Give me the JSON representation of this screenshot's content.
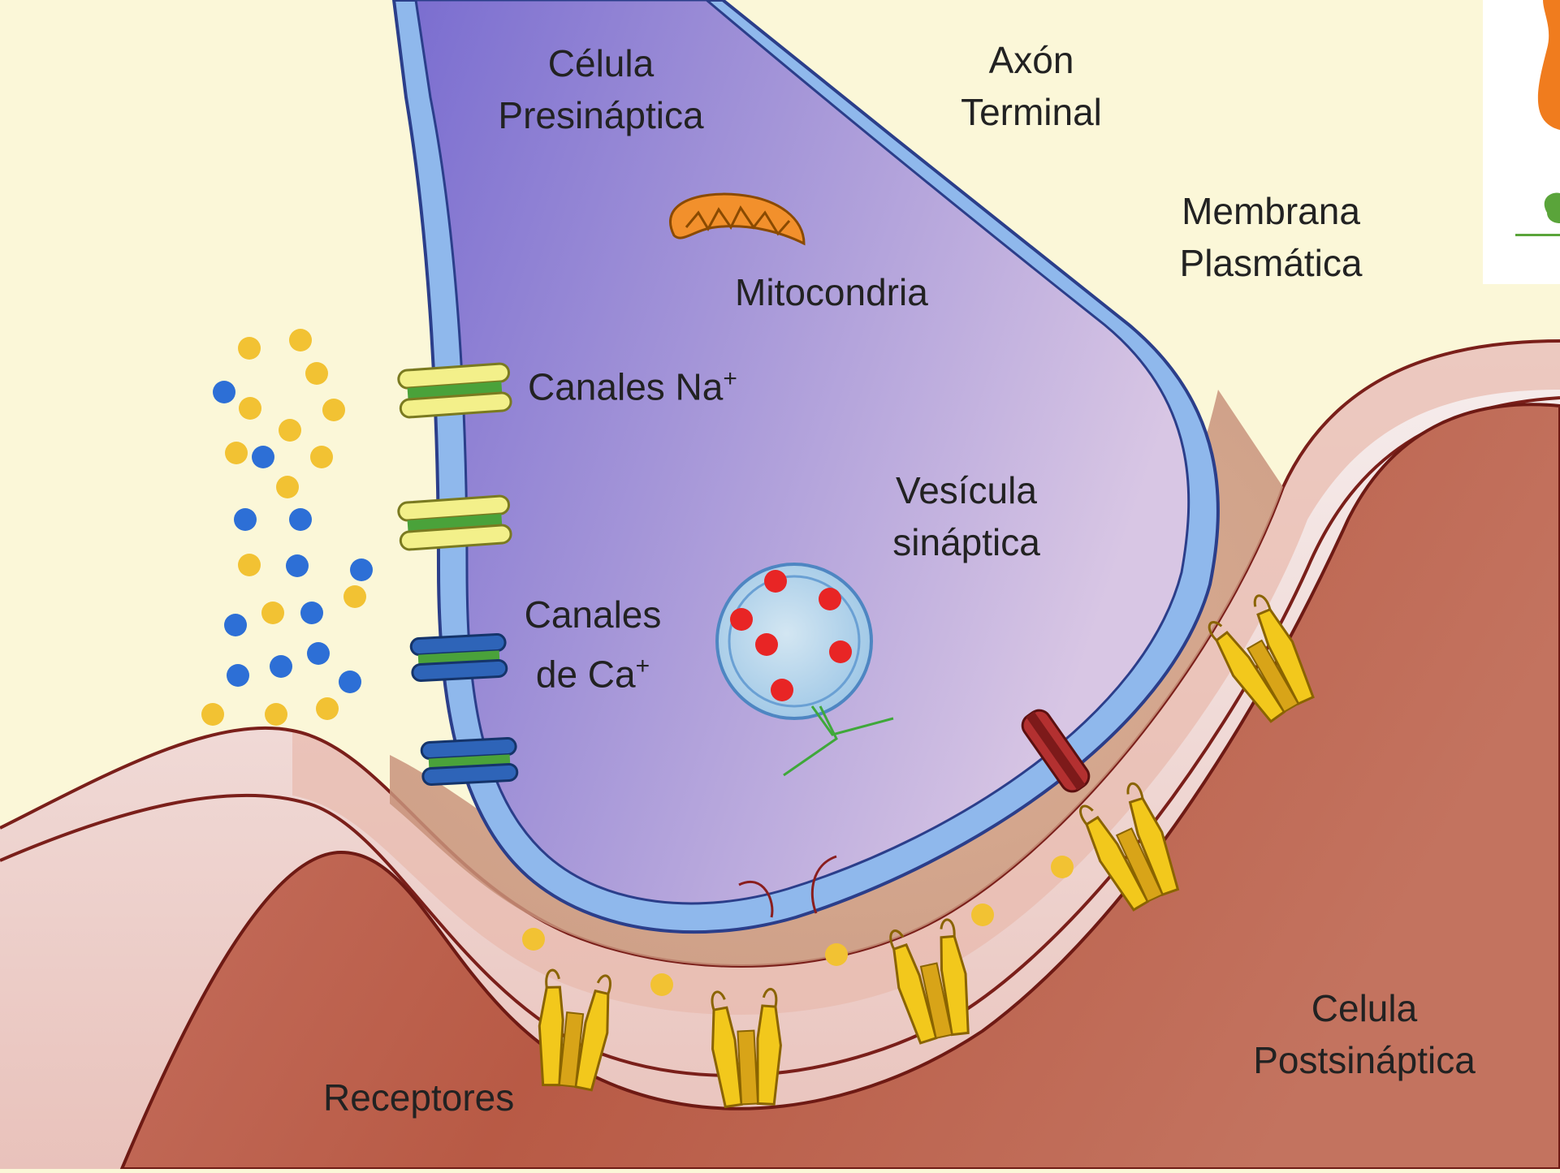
{
  "labels": {
    "presynaptic_line1": "Célula",
    "presynaptic_line2": "Presináptica",
    "axon_line1": "Axón",
    "axon_line2": "Terminal",
    "membrane_line1": "Membrana",
    "membrane_line2": "Plasmática",
    "mitochondria": "Mitocondria",
    "na_channels": "Canales Na",
    "na_sup": "+",
    "ca_channels_line1": "Canales",
    "ca_channels_line2": "de Ca",
    "ca_sup": "+",
    "vesicle_line1": "Vesícula",
    "vesicle_line2": "sináptica",
    "postsynaptic_line1": "Celula",
    "postsynaptic_line2": "Postsináptica",
    "receptors": "Receptores"
  },
  "colors": {
    "background": "#fbf7d8",
    "presynaptic_cell": "#9a8ad6",
    "presynaptic_membrane": "#8fb8ec",
    "postsynaptic_cell": "#b85a45",
    "na_ion": "#f2c233",
    "ca_ion": "#2d6fd6",
    "neurotransmitter": "#e82525",
    "na_channel": "#f3f08a",
    "ca_channel": "#2e64b8",
    "receptor": "#f2c81c"
  }
}
